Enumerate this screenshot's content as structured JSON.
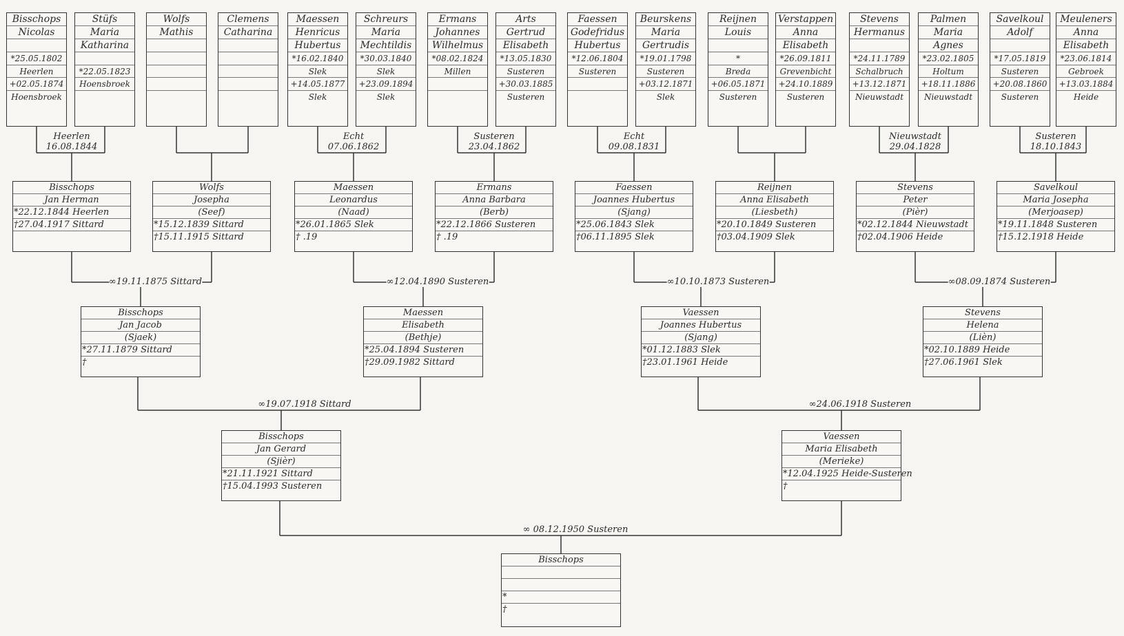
{
  "gen5": [
    {
      "lines": [
        "Bisschops",
        "Nicolas",
        "",
        "*25.05.1802",
        "Heerlen",
        "+02.05.1874",
        "Hoensbroek"
      ]
    },
    {
      "lines": [
        "Stüfs",
        "Maria",
        "Katharina",
        "",
        "*22.05.1823",
        "Hoensbroek",
        ""
      ]
    },
    {
      "lines": [
        "Wolfs",
        "Mathis",
        "",
        "",
        "",
        "",
        ""
      ]
    },
    {
      "lines": [
        "Clemens",
        "Catharina",
        "",
        "",
        "",
        "",
        ""
      ]
    },
    {
      "lines": [
        "Maessen",
        "Henricus",
        "Hubertus",
        "*16.02.1840",
        "Slek",
        "+14.05.1877",
        "Slek"
      ]
    },
    {
      "lines": [
        "Schreurs",
        "Maria",
        "Mechtildis",
        "*30.03.1840",
        "Slek",
        "+23.09.1894",
        "Slek"
      ]
    },
    {
      "lines": [
        "Ermans",
        "Johannes",
        "Wilhelmus",
        "*08.02.1824",
        "Millen",
        "",
        ""
      ]
    },
    {
      "lines": [
        "Arts",
        "Gertrud",
        "Elisabeth",
        "*13.05.1830",
        "Susteren",
        "+30.03.1885",
        "Susteren"
      ]
    },
    {
      "lines": [
        "Faessen",
        "Godefridus",
        "Hubertus",
        "*12.06.1804",
        "Susteren",
        "",
        ""
      ]
    },
    {
      "lines": [
        "Beurskens",
        "Maria",
        "Gertrudis",
        "*19.01.1798",
        "Susteren",
        "+03.12.1871",
        "Slek"
      ]
    },
    {
      "lines": [
        "Reijnen",
        "Louis",
        "",
        "*",
        "Breda",
        "+06.05.1871",
        "Susteren"
      ]
    },
    {
      "lines": [
        "Verstappen",
        "Anna",
        "Elisabeth",
        "*26.09.1811",
        "Grevenbicht",
        "+24.10.1889",
        "Susteren"
      ]
    },
    {
      "lines": [
        "Stevens",
        "Hermanus",
        "",
        "*24.11.1789",
        "Schalbruch",
        "+13.12.1871",
        "Nieuwstadt"
      ]
    },
    {
      "lines": [
        "Palmen",
        "Maria",
        "Agnes",
        "*23.02.1805",
        "Holtum",
        "+18.11.1886",
        "Nieuwstadt"
      ]
    },
    {
      "lines": [
        "Savelkoul",
        "Adolf",
        "",
        "*17.05.1819",
        "Susteren",
        "+20.08.1860",
        "Susteren"
      ]
    },
    {
      "lines": [
        "Meuleners",
        "Anna",
        "Elisabeth",
        "*23.06.1814",
        "Gebroek",
        "+13.03.1884",
        "Heide"
      ]
    }
  ],
  "gen5_marriages": [
    {
      "place": "Heerlen",
      "date": "16.08.1844"
    },
    {
      "place": "",
      "date": ""
    },
    {
      "place": "Echt",
      "date": "07.06.1862"
    },
    {
      "place": "Susteren",
      "date": "23.04.1862"
    },
    {
      "place": "Echt",
      "date": "09.08.1831"
    },
    {
      "place": "",
      "date": ""
    },
    {
      "place": "Nieuwstadt",
      "date": "29.04.1828"
    },
    {
      "place": "Susteren",
      "date": "18.10.1843"
    }
  ],
  "gen4": [
    {
      "lines": [
        "Bisschops",
        "Jan Herman",
        "*22.12.1844 Heerlen",
        "†27.04.1917 Sittard"
      ]
    },
    {
      "lines": [
        "Wolfs",
        "Josepha",
        "(Seef)",
        "*15.12.1839 Sittard",
        "†15.11.1915 Sittard"
      ]
    },
    {
      "lines": [
        "Maessen",
        "Leonardus",
        "(Naad)",
        "*26.01.1865 Slek",
        "† .19"
      ]
    },
    {
      "lines": [
        "Ermans",
        "Anna Barbara",
        "(Berb)",
        "*22.12.1866 Susteren",
        "† .19"
      ]
    },
    {
      "lines": [
        "Faessen",
        "Joannes Hubertus",
        "(Sjang)",
        "*25.06.1843 Slek",
        "†06.11.1895 Slek"
      ]
    },
    {
      "lines": [
        "Reijnen",
        "Anna Elisabeth",
        "(Liesbeth)",
        "*20.10.1849 Susteren",
        "†03.04.1909 Slek"
      ]
    },
    {
      "lines": [
        "Stevens",
        "Peter",
        "(Pièr)",
        "*02.12.1844 Nieuwstadt",
        "†02.04.1906 Heide"
      ]
    },
    {
      "lines": [
        "Savelkoul",
        "Maria Josepha",
        "(Merjoasep)",
        "*19.11.1848 Susteren",
        "†15.12.1918 Heide"
      ]
    }
  ],
  "gen4_marriages": [
    "∞19.11.1875 Sittard",
    "∞12.04.1890 Susteren",
    "∞10.10.1873 Susteren",
    "∞08.09.1874 Susteren"
  ],
  "gen3": [
    {
      "lines": [
        "Bisschops",
        "Jan Jacob",
        "(Sjaek)",
        "*27.11.1879 Sittard",
        "†"
      ]
    },
    {
      "lines": [
        "Maessen",
        "Elisabeth",
        "(Bethje)",
        "*25.04.1894 Susteren",
        "†29.09.1982 Sittard"
      ]
    },
    {
      "lines": [
        "Vaessen",
        "Joannes Hubertus",
        "(Sjang)",
        "*01.12.1883 Slek",
        "†23.01.1961 Heide"
      ]
    },
    {
      "lines": [
        "Stevens",
        "Helena",
        "(Lièn)",
        "*02.10.1889 Heide",
        "†27.06.1961 Slek"
      ]
    }
  ],
  "gen3_marriages": [
    "∞19.07.1918 Sittard",
    "∞24.06.1918 Susteren"
  ],
  "gen2": [
    {
      "lines": [
        "Bisschops",
        "Jan Gerard",
        "(Sjièr)",
        "*21.11.1921 Sittard",
        "†15.04.1993 Susteren"
      ]
    },
    {
      "lines": [
        "Vaessen",
        "Maria Elisabeth",
        "(Merieke)",
        "*12.04.1925 Heide-Susteren",
        "†"
      ]
    }
  ],
  "gen2_marriage": "∞ 08.12.1950 Susteren",
  "gen1": {
    "lines": [
      "Bisschops",
      "",
      "",
      "*",
      "†"
    ]
  }
}
